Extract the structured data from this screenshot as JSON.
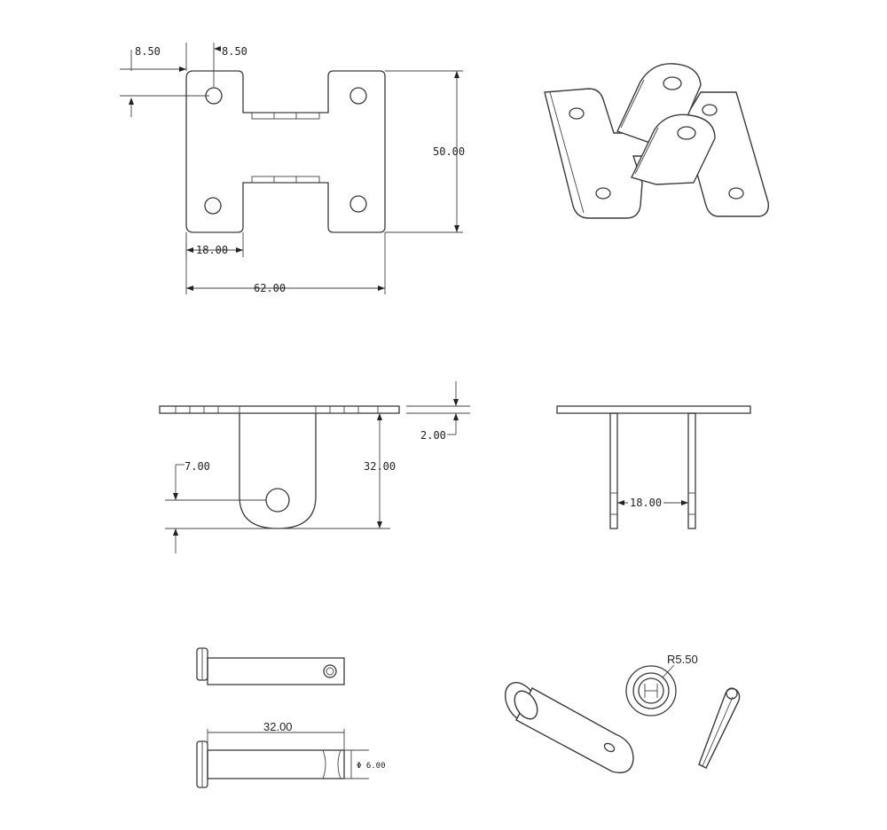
{
  "dimensions": {
    "hole_offset_x": "8.50",
    "hole_offset_y": "8.50",
    "plate_height": "50.00",
    "slot_width": "18.00",
    "plate_width": "62.00",
    "plate_thickness": "2.00",
    "hole_height": "7.00",
    "lug_height": "32.00",
    "lug_spacing": "18.00",
    "pin_length": "32.00",
    "pin_diameter": "Φ 6.00",
    "washer_radius": "R5.50"
  },
  "colors": {
    "line": "#3a3a3a",
    "text": "#222222",
    "background": "#ffffff"
  }
}
